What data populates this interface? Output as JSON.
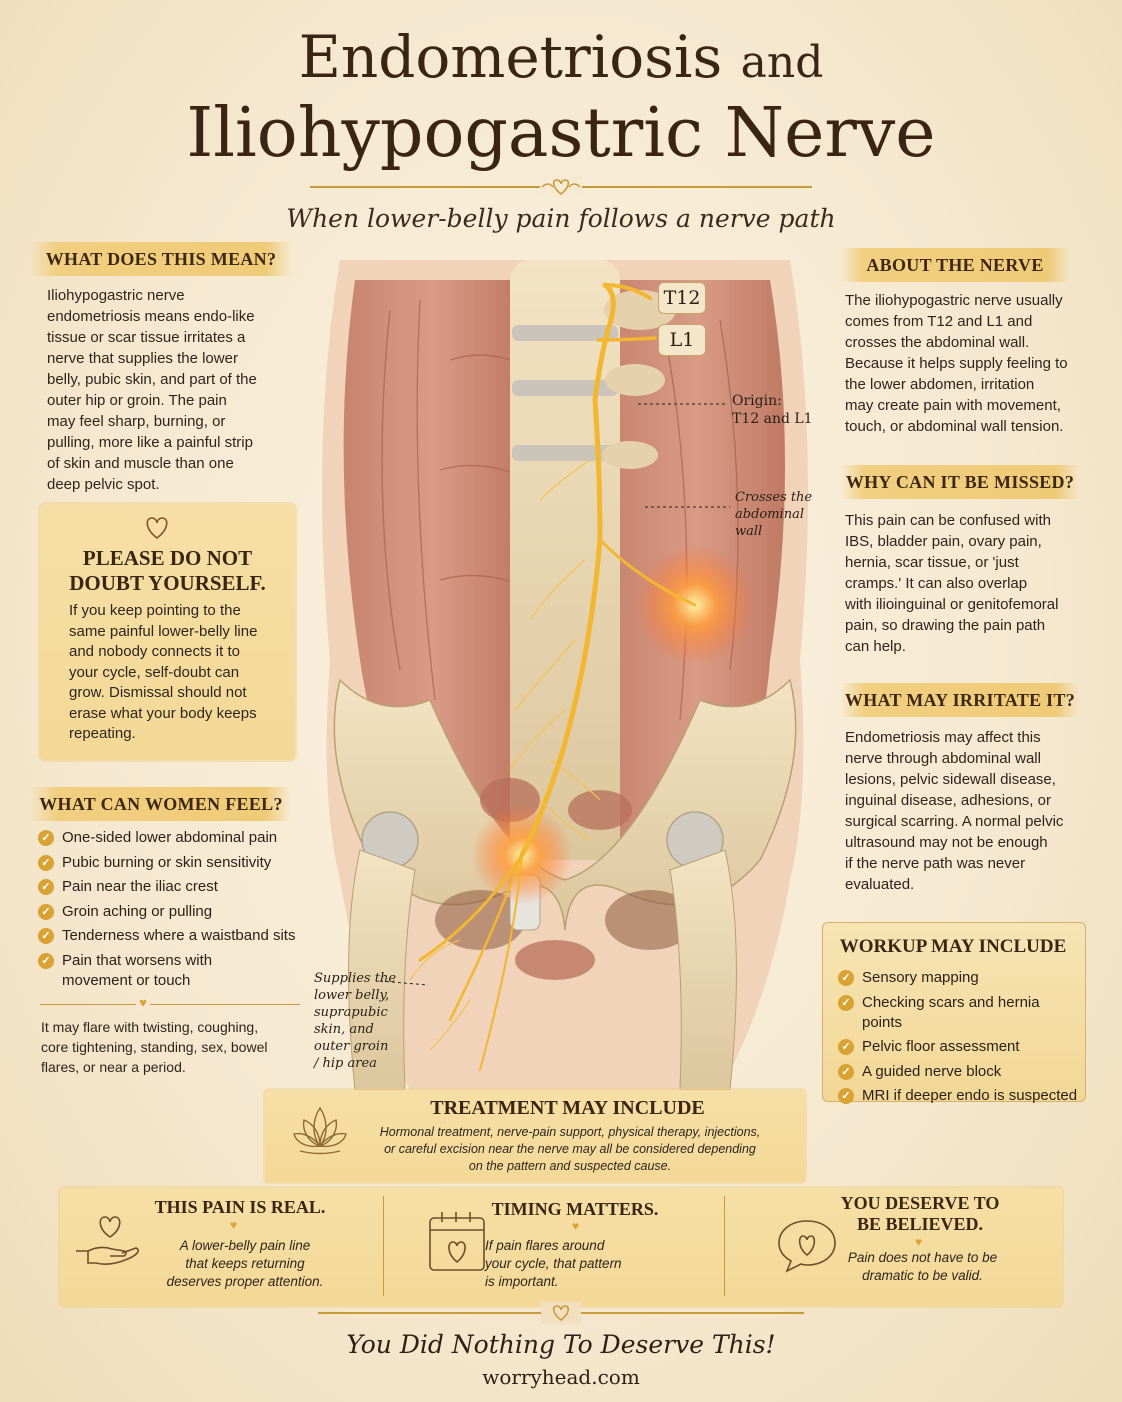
{
  "header": {
    "title_line1_main": "Endometriosis",
    "title_line1_small": "and",
    "title_line2": "Iliohypogastric Nerve",
    "subtitle": "When lower-belly pain follows a nerve path"
  },
  "left": {
    "what_mean": {
      "heading": "WHAT DOES THIS MEAN?",
      "lines": [
        "Iliohypogastric nerve",
        "endometriosis means endo-like",
        "tissue or scar tissue irritates a",
        "nerve that supplies the lower",
        "belly, pubic skin, and part of the",
        "outer hip or groin. The pain",
        "may feel sharp, burning, or",
        "pulling, more like a painful strip",
        "of skin and muscle than one",
        "deep pelvic spot."
      ]
    },
    "doubt": {
      "heading_line1": "PLEASE DO NOT",
      "heading_line2": "DOUBT YOURSELF.",
      "lines": [
        "If you keep pointing to the",
        "same painful lower-belly line",
        "and nobody connects it to",
        "your cycle, self-doubt can",
        "grow. Dismissal should not",
        "erase what your body keeps",
        "repeating."
      ]
    },
    "feel": {
      "heading": "WHAT CAN WOMEN FEEL?",
      "items": [
        "One-sided lower abdominal pain",
        "Pubic burning or skin sensitivity",
        "Pain near the iliac crest",
        "Groin aching or pulling",
        "Tenderness where a waistband sits",
        "Pain that worsens with"
      ],
      "item_last_cont": "movement or touch",
      "flare_lines": [
        "It may flare with twisting, coughing,",
        "core tightening, standing, sex, bowel",
        "flares, or near a period."
      ]
    }
  },
  "right": {
    "about": {
      "heading": "ABOUT THE NERVE",
      "lines": [
        "The iliohypogastric nerve usually",
        "comes from T12 and L1 and",
        "crosses the abdominal wall.",
        "Because it helps supply feeling to",
        "the lower abdomen, irritation",
        "may create pain with movement,",
        "touch, or abdominal wall tension."
      ]
    },
    "missed": {
      "heading": "WHY CAN IT BE MISSED?",
      "lines": [
        "This pain can be confused with",
        "IBS, bladder pain, ovary pain,",
        "hernia, scar tissue, or 'just",
        "cramps.' It can also overlap",
        "with ilioinguinal or genitofemoral",
        "pain, so drawing the pain path",
        "can help."
      ]
    },
    "irritate": {
      "heading": "WHAT MAY IRRITATE IT?",
      "lines": [
        "Endometriosis may affect this",
        "nerve through abdominal wall",
        "lesions, pelvic sidewall disease,",
        "inguinal disease, adhesions, or",
        "surgical scarring. A normal pelvic",
        "ultrasound may not be enough",
        "if the nerve path was never",
        "evaluated."
      ]
    },
    "workup": {
      "heading": "WORKUP MAY INCLUDE",
      "items": [
        "Sensory mapping",
        "Checking scars and hernia points",
        "Pelvic floor assessment",
        "A guided nerve block",
        "MRI if deeper endo is suspected"
      ]
    }
  },
  "anatomy": {
    "label_t12": "T12",
    "label_l1": "L1",
    "origin_lines": [
      "Origin:",
      "T12 and L1"
    ],
    "crosses_lines": [
      "Crosses the",
      "abdominal",
      "wall"
    ],
    "supplies_lines": [
      "Supplies the",
      "lower belly,",
      "suprapubic",
      "skin, and",
      "outer groin",
      "/ hip area"
    ]
  },
  "treatment": {
    "heading": "TREATMENT MAY INCLUDE",
    "lines": [
      "Hormonal treatment, nerve-pain support, physical therapy, injections,",
      "or careful excision near the nerve may all be considered depending",
      "on the pattern and suspected cause."
    ]
  },
  "cards": [
    {
      "title_lines": [
        "THIS PAIN IS REAL."
      ],
      "text_lines": [
        "A lower-belly pain line",
        "that keeps returning",
        "deserves proper attention."
      ]
    },
    {
      "title_lines": [
        "TIMING MATTERS."
      ],
      "text_lines": [
        "If pain flares around",
        "your cycle, that pattern",
        "is important."
      ]
    },
    {
      "title_lines": [
        "YOU DESERVE TO",
        "BE BELIEVED."
      ],
      "text_lines": [
        "Pain does not have to be",
        "dramatic to be valid."
      ]
    }
  ],
  "footer": {
    "quote": "You Did Nothing To Deserve This!",
    "site": "worryhead.com"
  },
  "colors": {
    "gold": "#d9a233",
    "ribbon": "#efcb78",
    "nerve": "#f2b630",
    "text": "#2e241b",
    "background": "#f5e8cf"
  },
  "icons": [
    "heart-icon",
    "check-icon",
    "lotus-icon",
    "hand-heart-icon",
    "calendar-heart-icon",
    "speech-heart-icon"
  ]
}
